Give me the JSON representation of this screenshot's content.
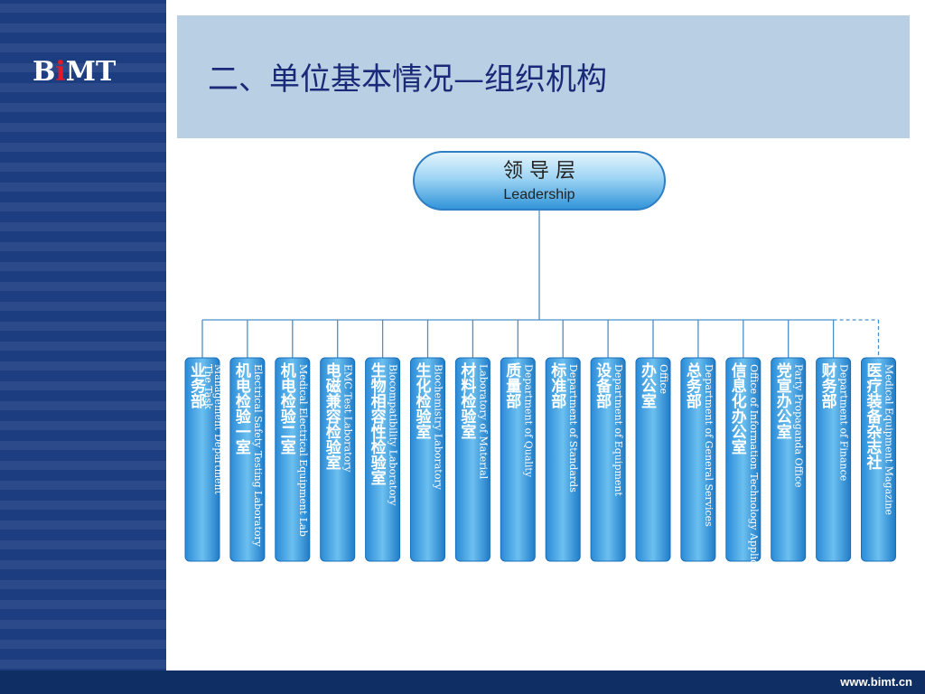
{
  "header": {
    "logo_parts": [
      "B",
      "i",
      "MT"
    ],
    "title": "二、单位基本情况—组织机构"
  },
  "org_chart": {
    "root": {
      "cn": "领 导 层",
      "en": "Leadership"
    },
    "departments": [
      {
        "cn": "业务部",
        "en": [
          "The Task",
          "Management Department"
        ],
        "dashed": false
      },
      {
        "cn": "机电检验一室",
        "en": [
          "Electrical Safety Testing Laboratory"
        ],
        "dashed": false
      },
      {
        "cn": "机电检验二室",
        "en": [
          "Medical Electrical Equipment Lab"
        ],
        "dashed": false
      },
      {
        "cn": "电磁兼容检验室",
        "en": [
          "EMC Test Laboratory"
        ],
        "dashed": false
      },
      {
        "cn": "生物相容性检验室",
        "en": [
          "Biocompatibility Laboratory"
        ],
        "dashed": false
      },
      {
        "cn": "生化检验室",
        "en": [
          "Biochemistry Laboratory"
        ],
        "dashed": false
      },
      {
        "cn": "材料检验室",
        "en": [
          "Laboratory of Material"
        ],
        "dashed": false
      },
      {
        "cn": "质量部",
        "en": [
          "Department of Quality"
        ],
        "dashed": false
      },
      {
        "cn": "标准部",
        "en": [
          "Department of Standards"
        ],
        "dashed": false
      },
      {
        "cn": "设备部",
        "en": [
          "Department of Equipment"
        ],
        "dashed": false
      },
      {
        "cn": "办公室",
        "en": [
          "Office"
        ],
        "dashed": false
      },
      {
        "cn": "总务部",
        "en": [
          "Department of General Services"
        ],
        "dashed": false
      },
      {
        "cn": "信息化办公室",
        "en": [
          "Office of Information Technology Application"
        ],
        "dashed": false
      },
      {
        "cn": "党宣办公室",
        "en": [
          "Party Propaganda Office"
        ],
        "dashed": false
      },
      {
        "cn": "财务部",
        "en": [
          "Department of Finance"
        ],
        "dashed": false
      },
      {
        "cn": "医疗装备杂志社",
        "en": [
          "Medical Equipment Magazine"
        ],
        "dashed": true
      }
    ]
  },
  "footer": {
    "url": "www.bimt.cn"
  },
  "colors": {
    "box_top": "#5fb3ea",
    "box_bottom": "#1976c4",
    "line": "#4a8fc8",
    "title": "#1b2a78"
  }
}
